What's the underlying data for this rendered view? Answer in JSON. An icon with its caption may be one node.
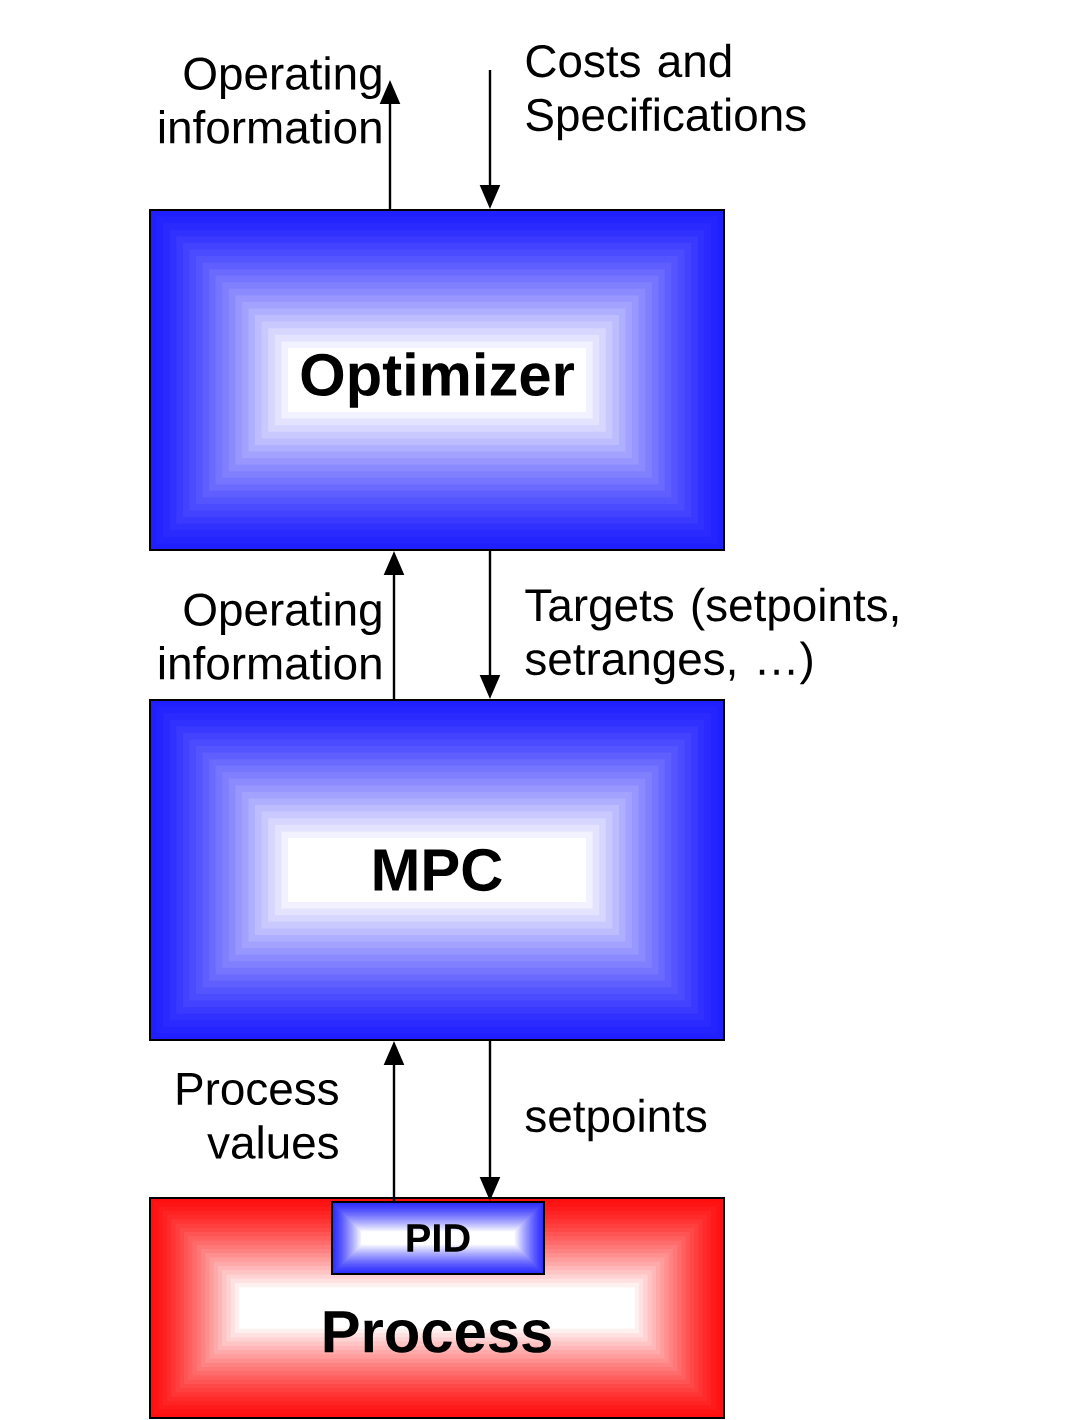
{
  "diagram": {
    "nodes": [
      {
        "text": [
          "Optimizer"
        ]
      },
      {
        "text": [
          "MPC"
        ]
      },
      {
        "text": [
          "Process"
        ]
      },
      {
        "text": [
          "PID"
        ],
        "in": 2
      }
    ],
    "edges": [
      {
        "from": 0,
        "to": null,
        "arrow": "to",
        "label": "Operating information"
      },
      {
        "from": null,
        "to": 0,
        "arrow": "to",
        "label": "Costs and Specifications"
      },
      {
        "from": 1,
        "to": 0,
        "arrow": "to",
        "label": "Operating information"
      },
      {
        "from": 0,
        "to": 1,
        "arrow": "to",
        "label": "Targets (setpoints, setranges, …)"
      },
      {
        "from": 3,
        "to": 1,
        "arrow": "to",
        "label": "Process values"
      },
      {
        "from": 1,
        "to": 3,
        "arrow": "to",
        "label": "setpoints"
      }
    ]
  }
}
